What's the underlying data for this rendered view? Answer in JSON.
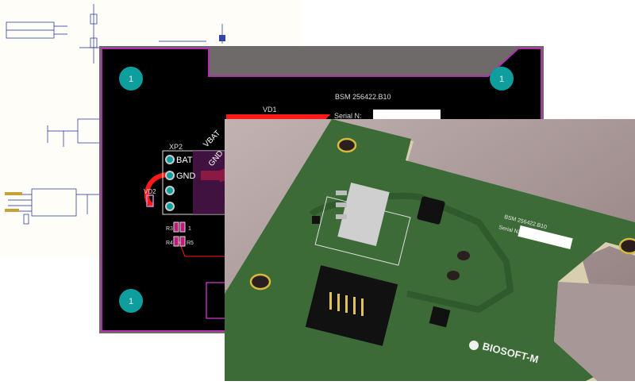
{
  "schematic": {
    "label": "schematic-sheet"
  },
  "pcb_layout": {
    "mount_hole_label": "1",
    "board_id": "BSM 256422.B10",
    "serial_label": "Serial N:",
    "diode_vd1": "VD1",
    "net_vbat": "VBAT",
    "net_gnd": "GND",
    "connector_xp2": "XP2",
    "pin_bat": "BAT",
    "pin_gnd": "GND",
    "diode_vd2": "VD2",
    "res_r3": "R3",
    "res_r4": "R4",
    "res_r5": "R5",
    "pin_1": "1",
    "colors": {
      "board": "#000000",
      "outline": "#b030b0",
      "copper": "#ff1a1a",
      "pad": "#0e9e9e"
    }
  },
  "pcb_3d": {
    "brand": "BIOSOFT-M",
    "board_id": "BSM 256422.B10",
    "serial_label": "Serial N:",
    "colors": {
      "soldermask": "#3d6b38",
      "background": "#b9a9a9"
    }
  }
}
